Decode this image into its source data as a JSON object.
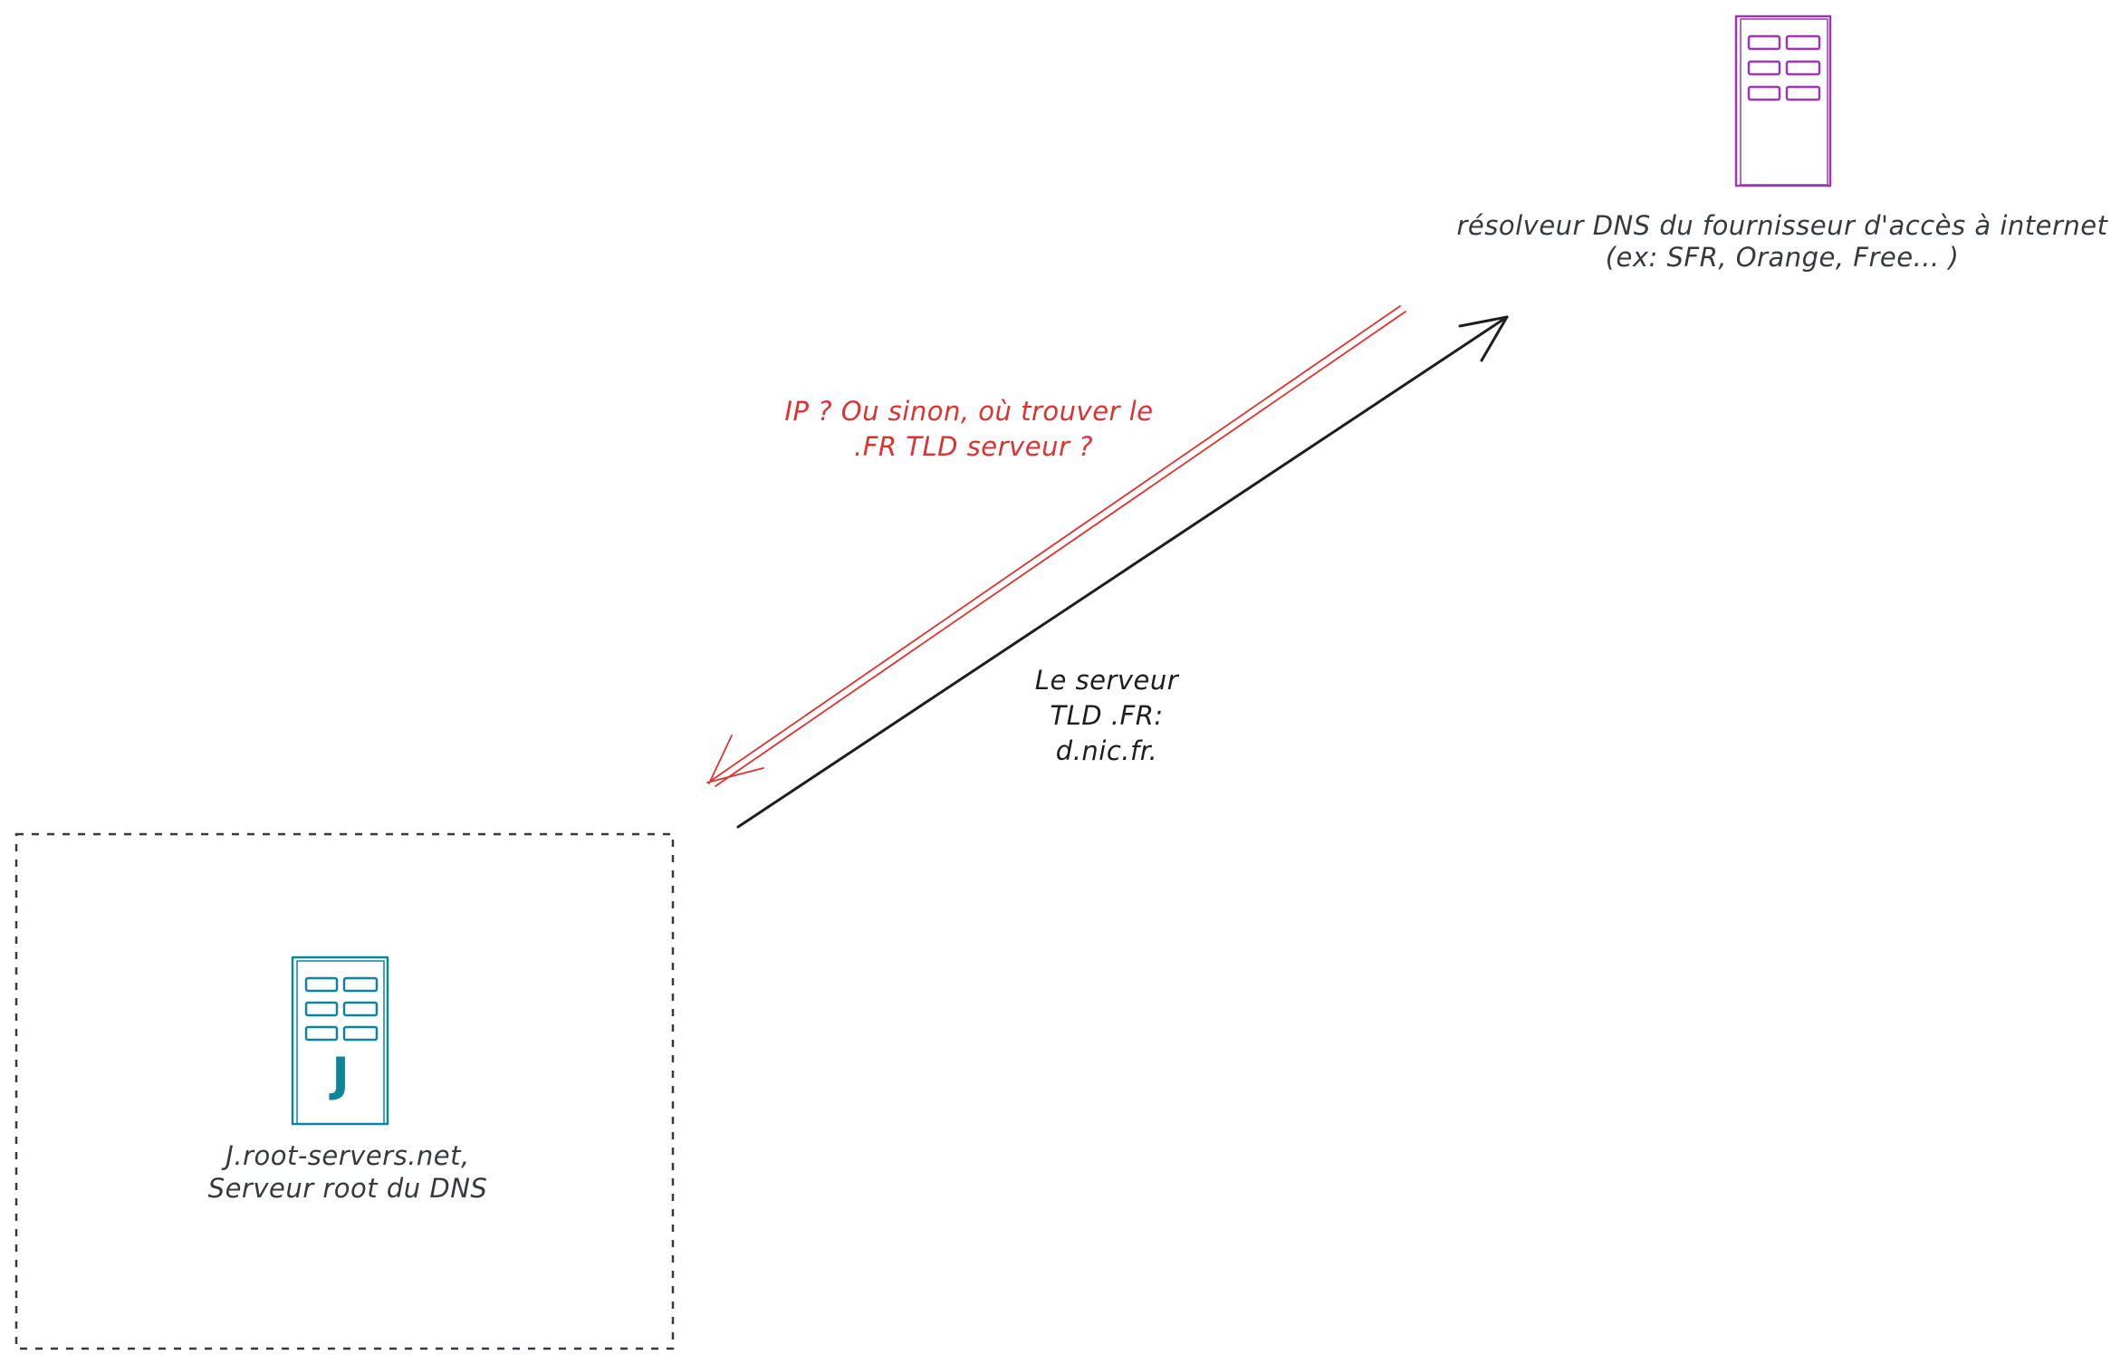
{
  "diagram": {
    "colors": {
      "resolver": "#9c36b5",
      "root_server": "#0c8599",
      "query_arrow": "#e03131",
      "response_arrow": "#1e1e1e",
      "label_text": "#343a40",
      "frame": "#343a40"
    },
    "resolver": {
      "icon": "server-rack-icon",
      "label_line1": "résolveur DNS du fournisseur d'accès à internet",
      "label_line2": "(ex: SFR, Orange, Free... )"
    },
    "root_server": {
      "icon": "server-rack-icon",
      "letter": "J",
      "label_line1": "J.root-servers.net,",
      "label_line2": "Serveur root du DNS"
    },
    "query": {
      "label_line1": "IP ? Ou sinon, où trouver le",
      "label_line2": ".FR TLD serveur ?"
    },
    "response": {
      "label_line1": "Le serveur",
      "label_line2": "TLD .FR:",
      "label_line3": "d.nic.fr."
    }
  }
}
